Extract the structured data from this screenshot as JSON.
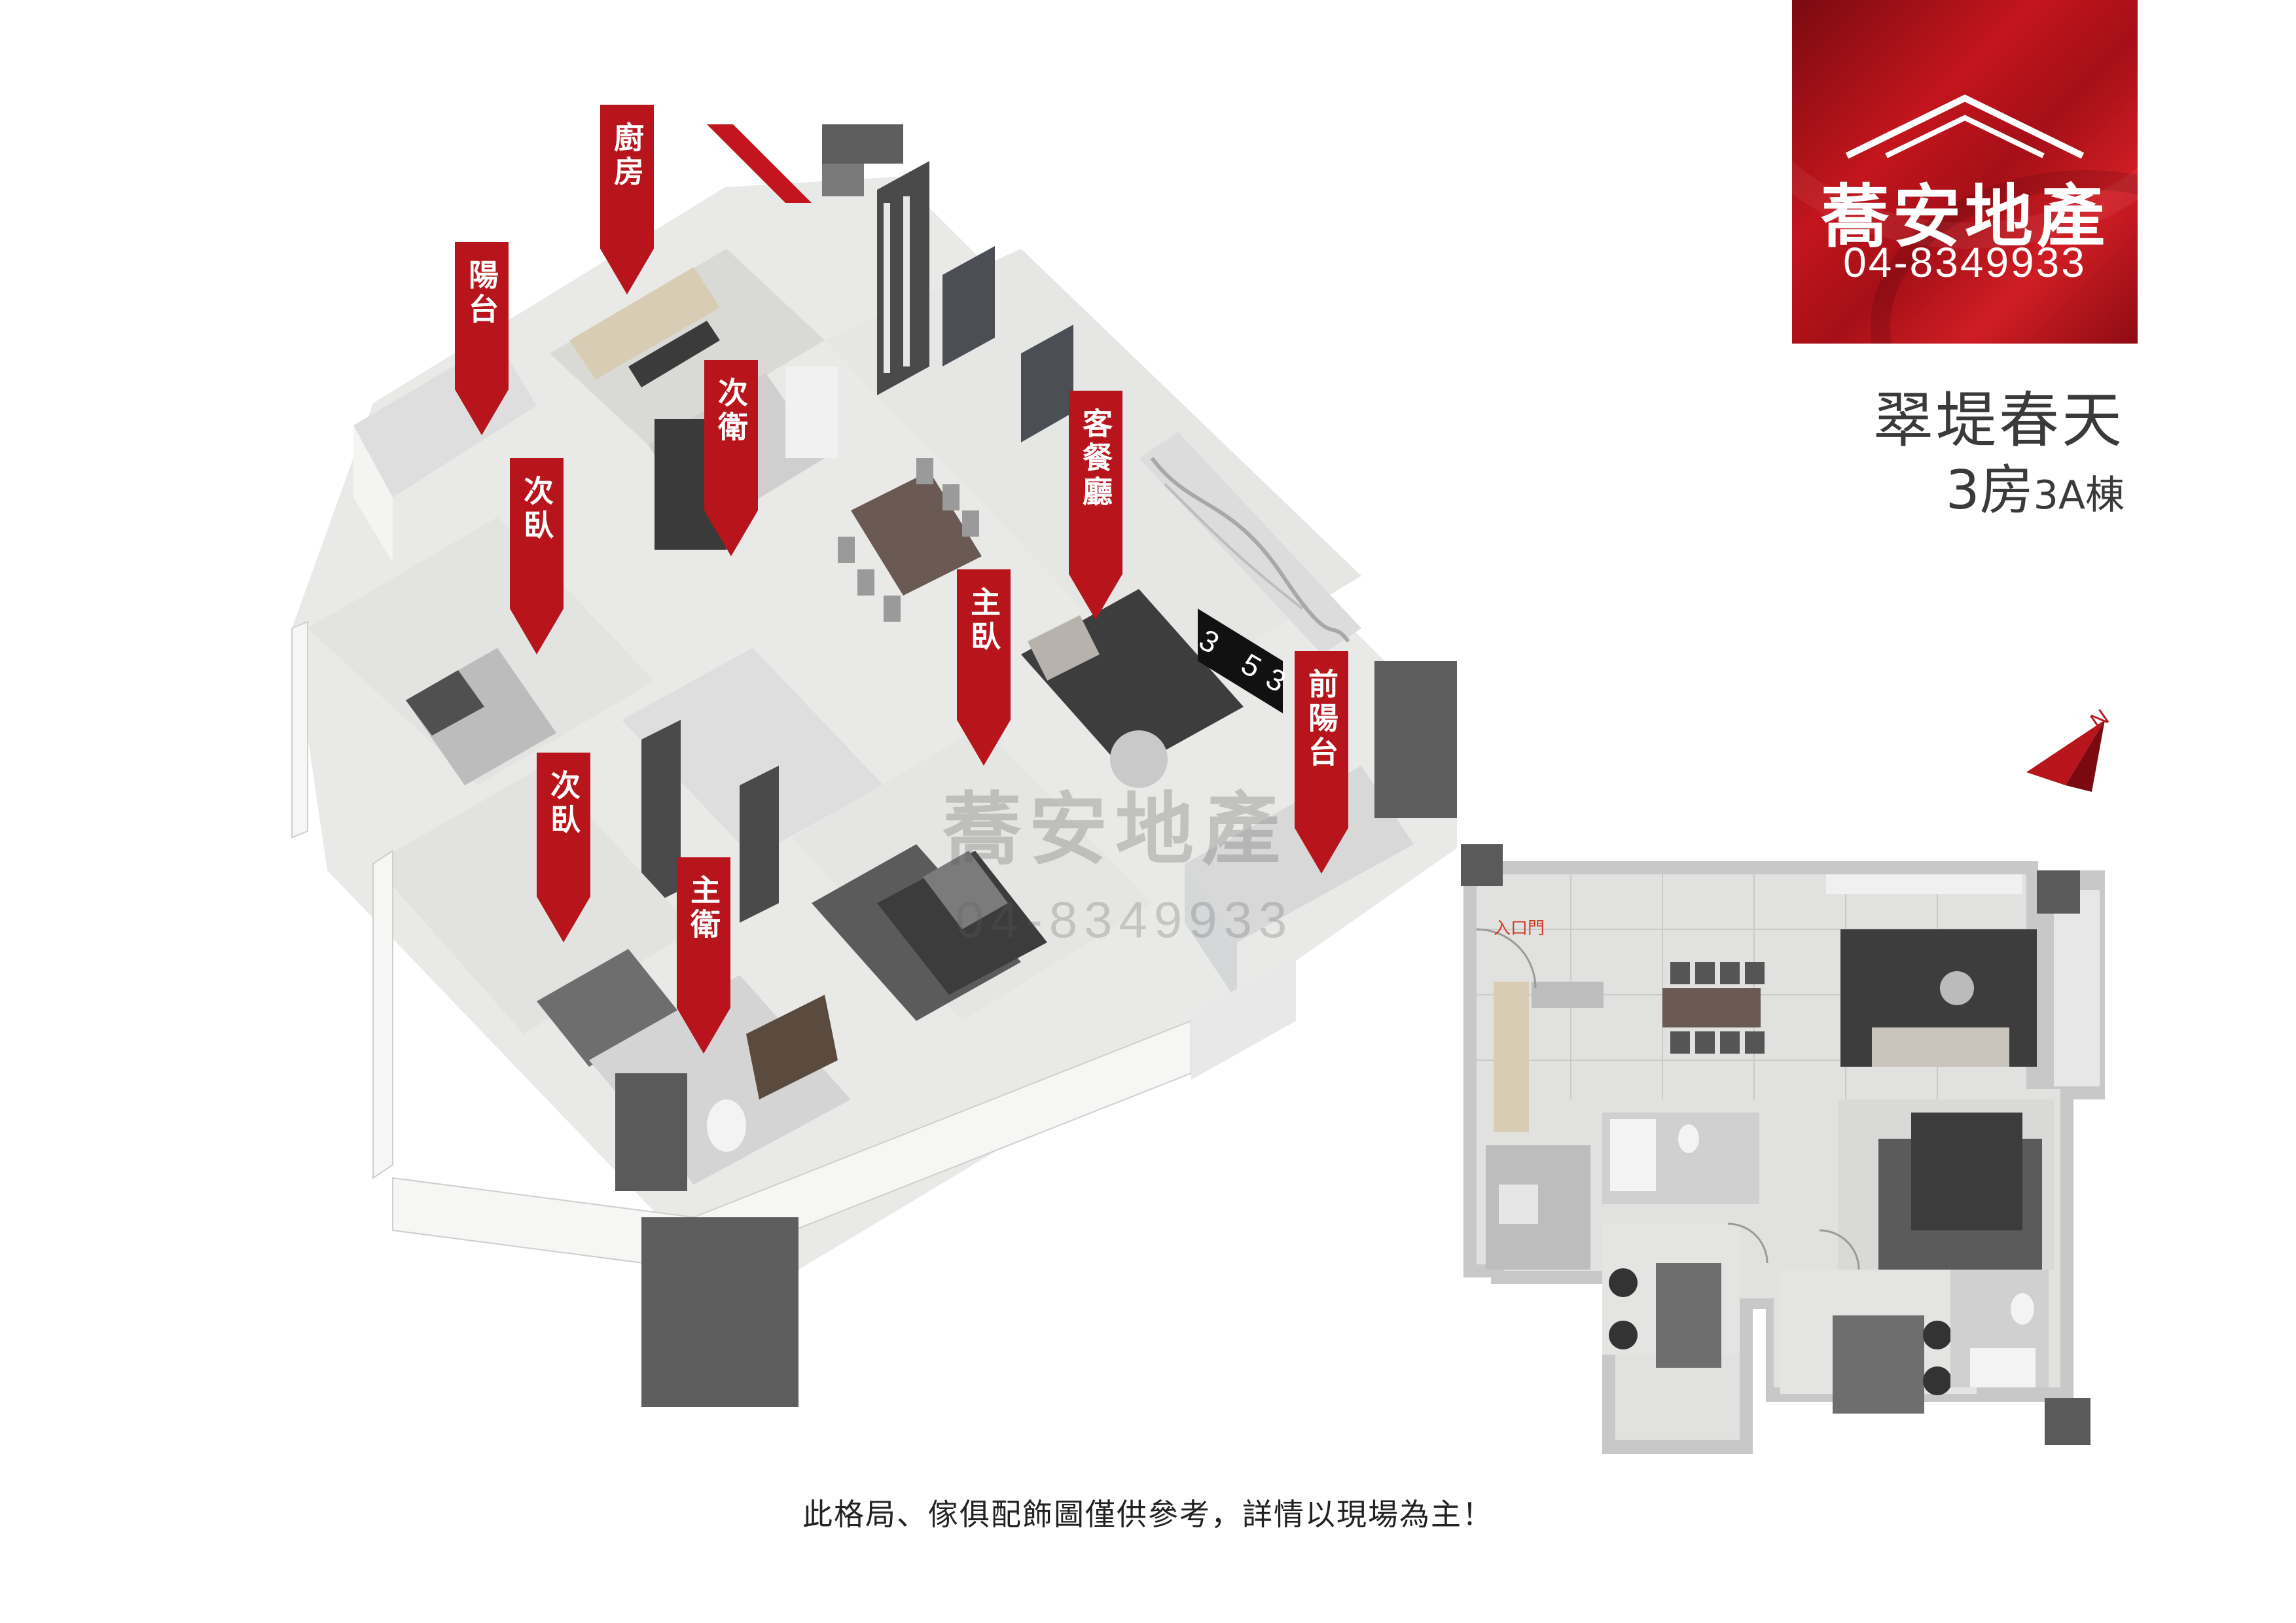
{
  "brand": {
    "name": "蕎安地產",
    "phone": "04-8349933",
    "color": "#c3151d"
  },
  "project": {
    "name": "翠堤春天",
    "layout_main": "3房",
    "layout_building": "3A棟"
  },
  "rooms": {
    "kitchen": "廚房",
    "balcony": "陽台",
    "guest_bath_top": "次衛",
    "living_dining": "客餐廳",
    "bedroom_2": "次臥",
    "master_bedroom": "主臥",
    "front_balcony": "前陽台",
    "bedroom_3": "次臥",
    "master_bath": "主衛"
  },
  "tv_display": "3 53",
  "watermark": {
    "name": "蕎安地產",
    "phone": "04-8349933"
  },
  "floorplan": {
    "entry_label": "入口門",
    "compass": "N"
  },
  "disclaimer": "此格局、傢俱配飾圖僅供參考，詳情以現場為主！"
}
